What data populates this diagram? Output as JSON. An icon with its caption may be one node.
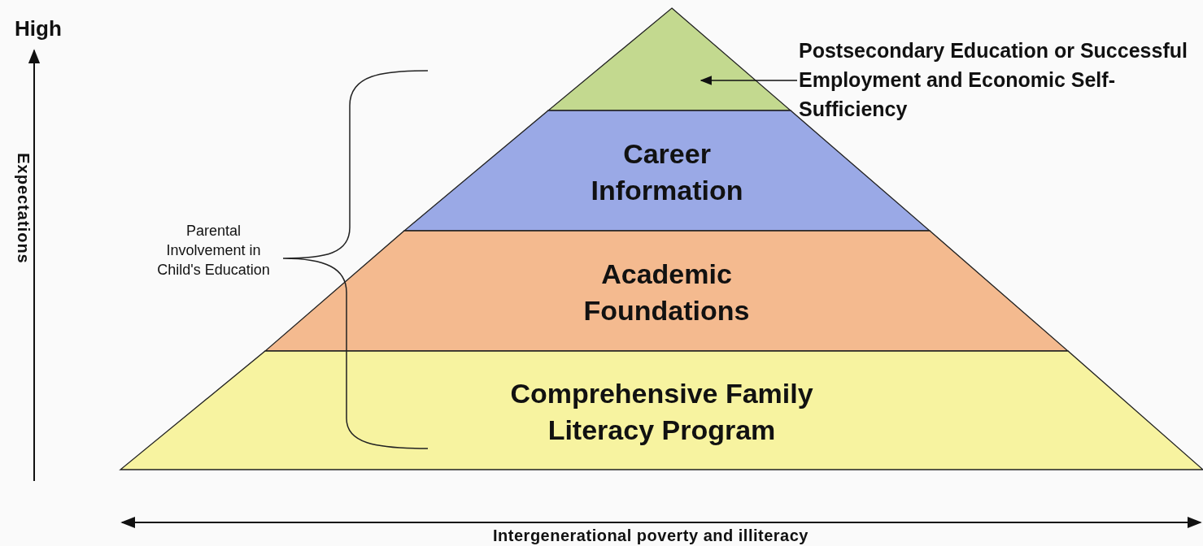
{
  "diagram": {
    "nodes": [
      {
        "text": [],
        "shape": "triangle"
      },
      {
        "text": [
          "Postsecondary Education or Successful Employment and Economic Self-Sufficiency"
        ]
      },
      {
        "text": [
          "Career Information"
        ]
      },
      {
        "text": [
          "Academic Foundations"
        ]
      },
      {
        "text": [
          "Comprehensive Family Literacy Program"
        ]
      },
      {
        "text": [
          "Parental Involvement in Child's Education"
        ]
      }
    ],
    "edges": [
      {
        "from": 1,
        "to": 0,
        "arrow": "to"
      }
    ],
    "labels": [
      "High",
      "Expectations",
      "Intergenerational poverty and illiteracy"
    ]
  }
}
